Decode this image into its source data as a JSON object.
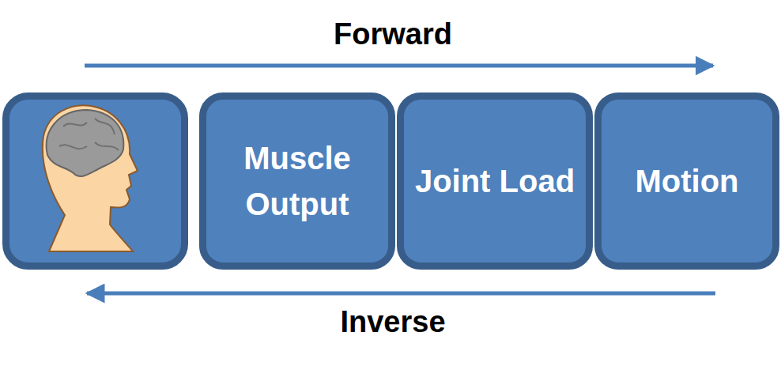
{
  "diagram": {
    "nodes": [
      {
        "text": [
          "Muscle Output"
        ]
      },
      {
        "text": [
          "Joint Load"
        ]
      },
      {
        "text": [
          "Motion"
        ]
      }
    ],
    "labels": [
      "Forward",
      "Inverse"
    ]
  }
}
